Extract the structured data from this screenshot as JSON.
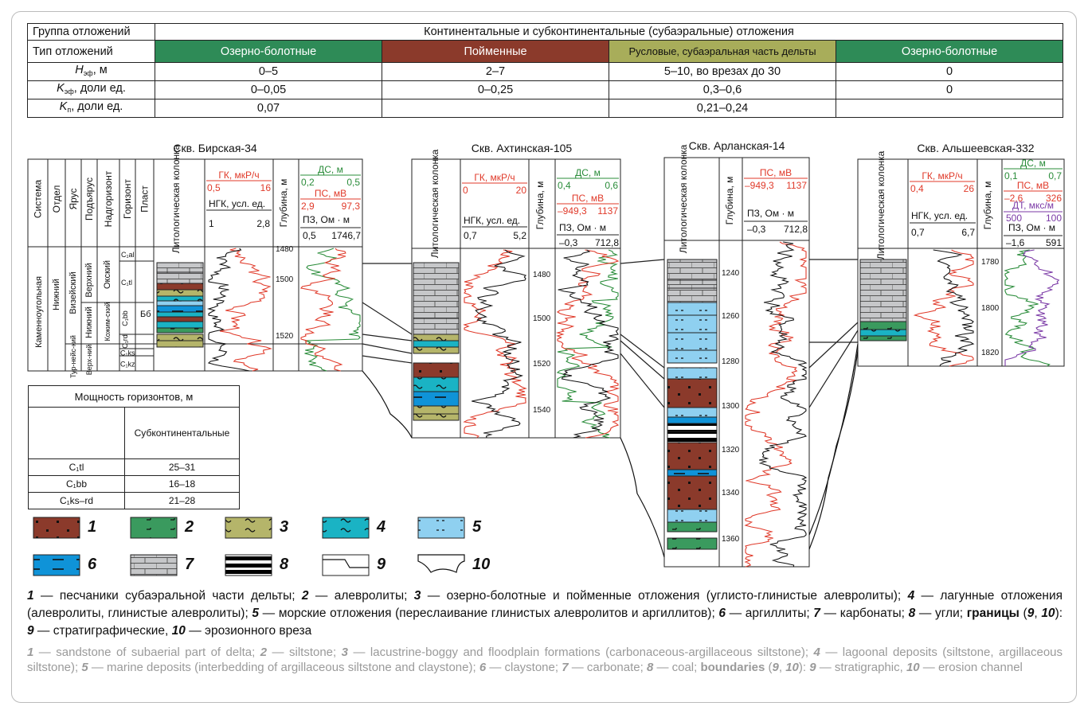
{
  "table": {
    "row1_label": "Группа отложений",
    "row1_value": "Континентальные и субконтинентальные (субаэральные) отложения",
    "row2_label": "Тип отложений",
    "types": [
      "Озерно-болотные",
      "Пойменные",
      "Русловые, субаэральная часть дельты",
      "Озерно-болотные"
    ],
    "heff_label": "H",
    "heff_sub": "эф",
    "heff_unit": ", м",
    "heff": [
      "0–5",
      "2–7",
      "5–10, во врезах до 30",
      "0"
    ],
    "keff_label": "K",
    "keff_sub": "эф",
    "keff_unit": ", доли ед.",
    "keff": [
      "0–0,05",
      "0–0,25",
      "0,3–0,6",
      "0"
    ],
    "kp_label": "K",
    "kp_sub": "п",
    "kp_unit": ", доли ед.",
    "kp": [
      "0,07",
      "0,21–0,24"
    ]
  },
  "wells": {
    "w1": "Скв. Бирская-34",
    "w2": "Скв. Ахтинская-105",
    "w3": "Скв. Арланская-14",
    "w4": "Скв. Альшеевская-332"
  },
  "column_headers": {
    "sistema": "Система",
    "otdel": "Отдел",
    "yarus": "Ярус",
    "podyarus": "Подъярус",
    "nadgorizont": "Надгоризонт",
    "gorizont": "Горизонт",
    "plast": "Пласт",
    "lito": "Литологическая колонка",
    "depth": "Глубина, м",
    "gk": "ГК, мкР/ч",
    "ngk": "НГК, усл. ед.",
    "ds": "ДС, м",
    "ps": "ПС, мВ",
    "pz": "ПЗ, Ом · м",
    "dt": "ДТ, мкс/м"
  },
  "strat": {
    "sistema": "Каменноугольная",
    "otdel": "Нижний",
    "yarus": "Визейский",
    "yarus_tur": "Тур-нейс-кий",
    "podyarus_upper": "Верхний",
    "podyarus_lower": "Нижний",
    "podyarus_tur": "Верх-ний",
    "nadgor_1": "Окский",
    "nadgor_2": "Кожим-ский",
    "gor": [
      "C₁al",
      "C₁tl",
      "C₁bb",
      "C₁rd",
      "C₁ks",
      "C₁kz"
    ],
    "plast": "Бб"
  },
  "scales": {
    "w1": {
      "gk": [
        "0,5",
        "16"
      ],
      "ngk": [
        "1",
        "2,8"
      ],
      "ds": [
        "0,2",
        "0,5"
      ],
      "ps": [
        "2,9",
        "97,3"
      ],
      "pz": [
        "0,5",
        "1746,7"
      ]
    },
    "w2": {
      "gk": [
        "0",
        "20"
      ],
      "ngk": [
        "0,7",
        "5,2"
      ],
      "ds": [
        "0,4",
        "0,6"
      ],
      "ps": [
        "–949,3",
        "1137"
      ],
      "pz": [
        "–0,3",
        "712,8"
      ]
    },
    "w3": {
      "ps": [
        "–949,3",
        "1137"
      ],
      "pz": [
        "–0,3",
        "712,8"
      ]
    },
    "w4": {
      "gk": [
        "0,4",
        "26"
      ],
      "ngk": [
        "0,7",
        "6,7"
      ],
      "ds": [
        "0,1",
        "0,7"
      ],
      "ps": [
        "–2,6",
        "326"
      ],
      "dt": [
        "500",
        "100"
      ],
      "pz": [
        "–1,6",
        "591"
      ]
    }
  },
  "depths": {
    "w1": [
      "1480",
      "1500",
      "1520"
    ],
    "w2": [
      "1480",
      "1500",
      "1520",
      "1540"
    ],
    "w3": [
      "1240",
      "1260",
      "1280",
      "1300",
      "1320",
      "1340",
      "1360"
    ],
    "w4": [
      "1780",
      "1800",
      "1820"
    ]
  },
  "thickness_table": {
    "title": "Мощность горизонтов, м",
    "col": "Субконтинентальные",
    "rows": [
      {
        "h": "C₁tl",
        "v": "25–31"
      },
      {
        "h": "C₁bb",
        "v": "16–18"
      },
      {
        "h": "C₁ks–rd",
        "v": "21–28"
      }
    ]
  },
  "legend": [
    "1",
    "2",
    "3",
    "4",
    "5",
    "6",
    "7",
    "8",
    "9",
    "10"
  ],
  "caption_ru": {
    "p1": " — песчаники субаэральной части дельты; ",
    "p2": " — алевролиты; ",
    "p3": " — озерно-болотные и пойменные отложения (углисто-глинистые алевролиты); ",
    "p4": " — лагунные отложения (алевролиты, глинистые алевролиты); ",
    "p5": " — морские отложения (переслаивание глинистых алевролитов и аргиллитов); ",
    "p6": " — аргиллиты; ",
    "p7": " — карбонаты; ",
    "p8": " — угли; ",
    "b": "границы",
    "p9": " — стратиграфические, ",
    "p10": " — эрозионного вреза"
  },
  "caption_en": {
    "p1": " — sandstone of subaerial part of delta; ",
    "p2": " — siltstone; ",
    "p3": " — lacustrine-boggy and floodplain formations (carbonaceous-argillaceous siltstone); ",
    "p4": " — lagoonal deposits (siltstone, argillaceous siltstone); ",
    "p5": " — marine deposits (interbedding of argillaceous siltstone and claystone); ",
    "p6": " — claystone; ",
    "p7": " — carbonate; ",
    "p8": " — coal; ",
    "b": "boundaries",
    "p9": " — stratigraphic, ",
    "p10": " — erosion channel"
  },
  "colors": {
    "sandstone": "#8b3a2b",
    "siltstone": "#3a9a5e",
    "lake": "#b5b56a",
    "lagoon": "#1ab3c4",
    "marine": "#8fd0f0",
    "claystone": "#0f93d8",
    "carbonate": "#c6c7c9",
    "coal": "#000000",
    "gk_curve": "#e03a2a",
    "ds_curve": "#2a8c3a",
    "dt_curve": "#7b3aa6"
  }
}
